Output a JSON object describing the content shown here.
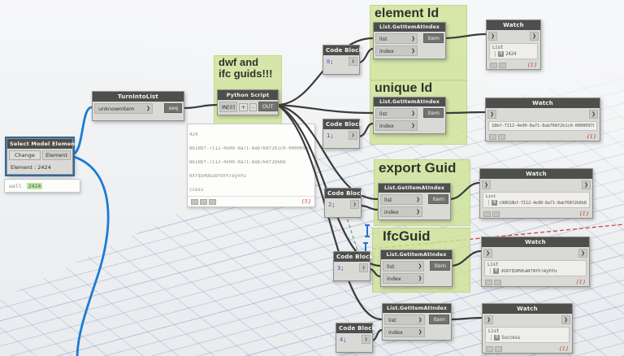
{
  "colors": {
    "group_green": "#cee396",
    "wire_dark": "#3b3b3b",
    "wire_selected_blue": "#1d7bd3",
    "node_header": "#4e4e4c",
    "node_body": "#d9d9d5",
    "count_red": "#c0392b",
    "codeblock_number_blue": "#2d5bc6",
    "grid_blue": "#7ea2c6",
    "axis_red": "#cc4444",
    "axis_green": "#3f9e4f"
  },
  "select_node": {
    "title": "Select Model Element",
    "change_button": "Change",
    "output_port": "Element",
    "body_text": "Element : 2424"
  },
  "select_preview": {
    "label": "wall",
    "value": "2424"
  },
  "turn_into_list": {
    "title": "TurnIntoList",
    "input_port": "unknownItem",
    "output_port": "seq"
  },
  "python_group": {
    "label_line1": "dwf and",
    "label_line2": "ifc guids!!!"
  },
  "python_node": {
    "title": "Python Script",
    "input_port": "IN[0]",
    "add_button": "+",
    "remove_button": "-",
    "output_port": "OUT"
  },
  "python_preview": {
    "lines": [
      "424",
      "8618bf-7112-4e90-8a71-8ab768f2b1c0-00000978",
      "8618bf-7112-4e90-8a71-8ab768f2b6b8",
      "0XY$SH9Ea8fmYhTeyhYu",
      "ccess"
    ],
    "count": "{5}"
  },
  "groups": {
    "element_id": "element Id",
    "unique_id": "unique Id",
    "export_guid": "export Guid",
    "ifc_guid": "IfcGuid"
  },
  "getitem": {
    "title": "List.GetItemAtIndex",
    "input1": "list",
    "input2": "index",
    "output": "item"
  },
  "code_blocks": [
    {
      "title": "Code Block",
      "num": "0",
      "suffix": ";"
    },
    {
      "title": "Code Block",
      "num": "1",
      "suffix": ";"
    },
    {
      "title": "Code Block",
      "num": "2",
      "suffix": ";"
    },
    {
      "title": "Code Block",
      "num": "3",
      "suffix": ";"
    },
    {
      "title": "Code Block",
      "num": "4",
      "suffix": ";"
    }
  ],
  "watch_title": "Watch",
  "port_chevron": "❯",
  "watches": [
    {
      "list_label": "List",
      "index": "0",
      "value": "2424",
      "count": "{1}"
    },
    {
      "value": "18bf-7112-4e90-8a71-8ab768f2b1c0-00000978",
      "count": "{1}"
    },
    {
      "list_label": "List",
      "index": "0",
      "value": "c98618bf-7112-4e90-8a71-8ab768f2b6b8",
      "count": "{1}"
    },
    {
      "list_label": "List",
      "index": "0",
      "value": "3OXY$SH9Ea8fmYhTeyhYu",
      "count": "{1}"
    },
    {
      "list_label": "List",
      "index": "0",
      "value": "Success",
      "count": "{1}"
    }
  ],
  "icons": {
    "preview_level_icon": "≡",
    "port_chevron_icon": "❯"
  }
}
